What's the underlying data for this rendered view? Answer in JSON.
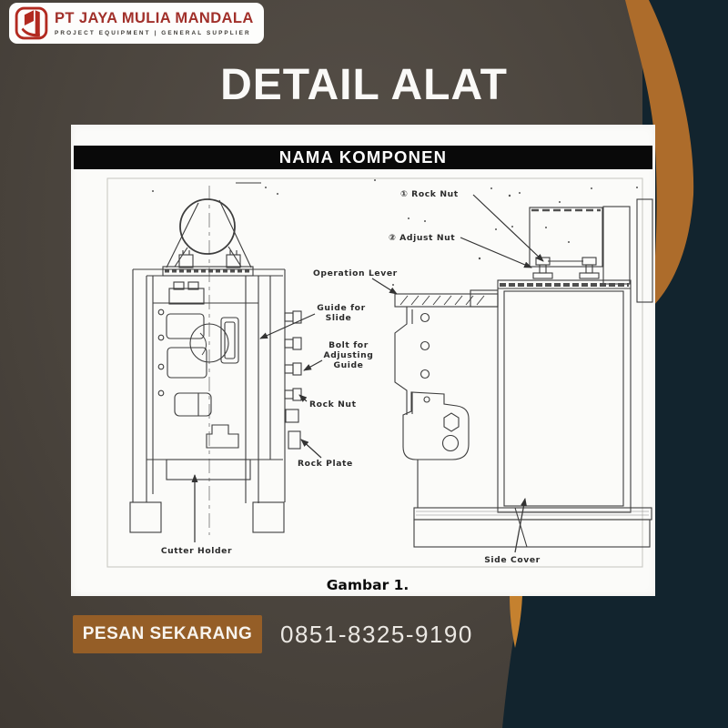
{
  "brand": {
    "name": "PT JAYA MULIA MANDALA",
    "tagline": "PROJECT EQUIPMENT | GENERAL SUPPLIER"
  },
  "header": {
    "title": "DETAIL ALAT"
  },
  "panel": {
    "header_label": "NAMA KOMPONEN",
    "caption": "Gambar 1."
  },
  "diagram": {
    "labels": {
      "rock_nut_1": "① Rock Nut",
      "adjust_nut": "② Adjust Nut",
      "operation_lever": "Operation Lever",
      "guide_for": "Guide for",
      "slide": "Slide",
      "bolt_for": "Bolt for",
      "adjusting": "Adjusting",
      "guide": "Guide",
      "rock_nut_2": "Rock Nut",
      "rock_plate": "Rock Plate",
      "cutter_holder": "Cutter Holder",
      "side_cover": "Side Cover"
    }
  },
  "cta": {
    "button_label": "PESAN SEKARANG",
    "phone": "0851-8325-9190"
  },
  "icons": {
    "brand_logo": "stacked-number-one-mark"
  },
  "colors": {
    "background_charcoal": "#4a443d",
    "accent_navy": "#12242e",
    "accent_brown_crescent": "#ad6c2b",
    "accent_orange_sliver": "#c5812f",
    "button_brown": "#955e27",
    "logo_red": "#a1302a",
    "panel_bg": "#fbfbf9",
    "header_bar_bg": "#090909"
  }
}
